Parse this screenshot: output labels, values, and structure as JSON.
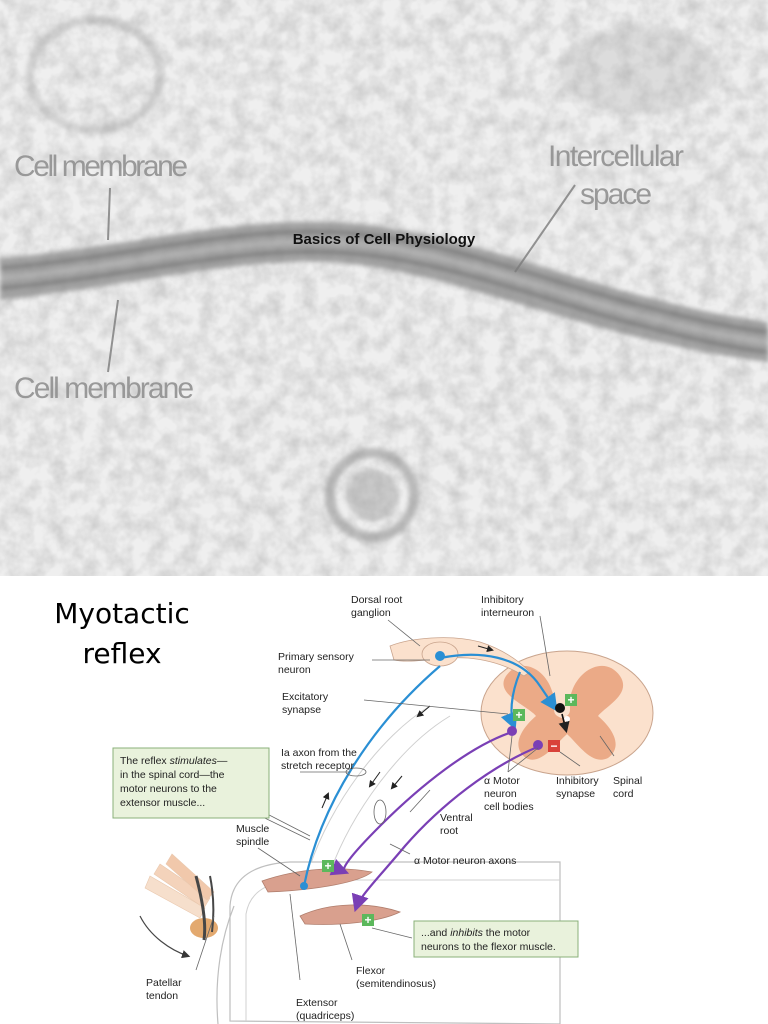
{
  "slide1": {
    "title": "Basics of Cell Physiology",
    "labels": {
      "cell_membrane_top": "Cell membrane",
      "cell_membrane_bottom": "Cell membrane",
      "intercellular_1": "Intercellular",
      "intercellular_2": "space"
    }
  },
  "slide2": {
    "title_line1": "Myotactic",
    "title_line2": "reflex",
    "labels": {
      "dorsal_root_1": "Dorsal root",
      "dorsal_root_2": "ganglion",
      "inhib_inter_1": "Inhibitory",
      "inhib_inter_2": "interneuron",
      "primary_sensory_1": "Primary sensory",
      "primary_sensory_2": "neuron",
      "excitatory_1": "Excitatory",
      "excitatory_2": "synapse",
      "ia_axon_1": "Ia axon from the",
      "ia_axon_2": "stretch receptor",
      "alpha_motor_1": "α Motor",
      "alpha_motor_2": "neuron",
      "alpha_motor_3": "cell bodies",
      "inhib_syn_1": "Inhibitory",
      "inhib_syn_2": "synapse",
      "spinal_1": "Spinal",
      "spinal_2": "cord",
      "ventral_1": "Ventral",
      "ventral_2": "root",
      "motor_axons": "α Motor neuron axons",
      "muscle_spindle_1": "Muscle",
      "muscle_spindle_2": "spindle",
      "patellar_1": "Patellar",
      "patellar_2": "tendon",
      "flexor_1": "Flexor",
      "flexor_2": "(semitendinosus)",
      "extensor_1": "Extensor",
      "extensor_2": "(quadriceps)"
    },
    "box_stimulates": {
      "line1_a": "The reflex ",
      "line1_em": "stimulates",
      "line1_b": "—",
      "line2": "in the spinal cord—the",
      "line3": "motor neurons to the",
      "line4": "extensor muscle..."
    },
    "box_inhibits": {
      "line1_a": "...and ",
      "line1_em": "inhibits",
      "line1_b": " the motor",
      "line2": "neurons to the flexor muscle."
    },
    "signs": {
      "plus": "+",
      "minus": "−"
    },
    "colors": {
      "sensory": "#2a8fd4",
      "motor": "#7a3fb5",
      "spinal_gray": "#e8a07a",
      "spinal_white": "#fbe1cd",
      "muscle": "#d9a08e",
      "box_fill": "#e9f2dc",
      "box_border": "#8ab07a",
      "excit_green": "#5cb85c",
      "inhib_red": "#d9423a"
    }
  }
}
